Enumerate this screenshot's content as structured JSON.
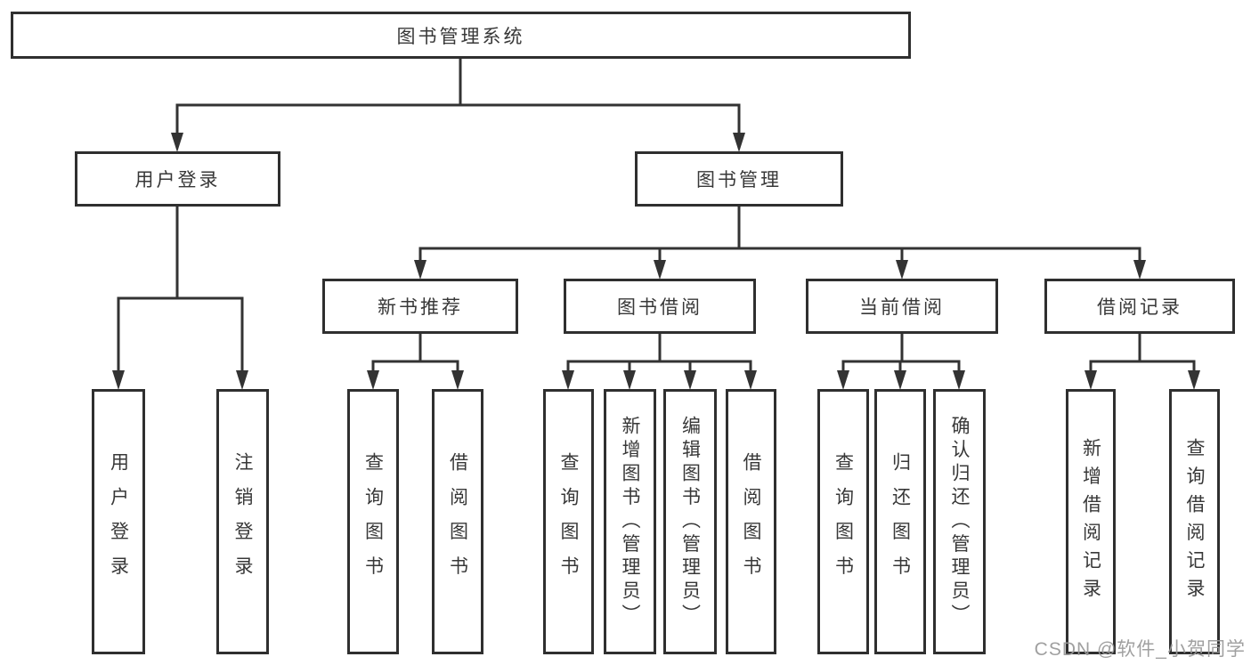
{
  "tree": {
    "root": "图书管理系统",
    "branches": [
      {
        "label": "用户登录",
        "children": [
          "用户登录",
          "注销登录"
        ]
      },
      {
        "label": "图书管理",
        "groups": [
          {
            "label": "新书推荐",
            "children": [
              "查询图书",
              "借阅图书"
            ]
          },
          {
            "label": "图书借阅",
            "children": [
              "查询图书",
              "新增图书（管理员）",
              "编辑图书（管理员）",
              "借阅图书"
            ]
          },
          {
            "label": "当前借阅",
            "children": [
              "查询图书",
              "归还图书",
              "确认归还（管理员）"
            ]
          },
          {
            "label": "借阅记录",
            "children": [
              "新增借阅记录",
              "查询借阅记录"
            ]
          }
        ]
      }
    ]
  },
  "watermark": "CSDN @软件_小贺同学",
  "colors": {
    "line": "#333333",
    "box_border": "#2f2f2f",
    "text": "#383838",
    "watermark": "#989898",
    "background": "#ffffff"
  }
}
